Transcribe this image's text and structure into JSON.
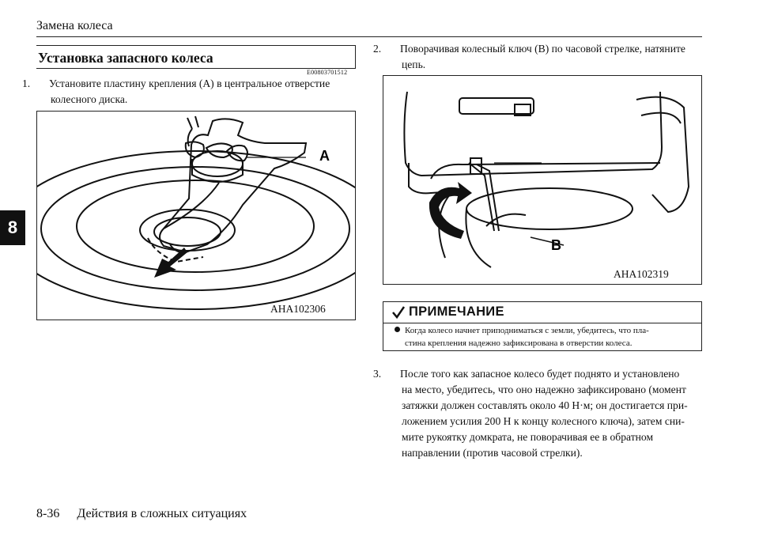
{
  "header": {
    "title": "Замена колеса"
  },
  "chapter_tab": "8",
  "section": {
    "title": "Установка запасного колеса",
    "code": "E00803701512"
  },
  "steps": {
    "s1_num": "1.",
    "s1_line1": "Установите пластину крепления (A) в центральное отверстие",
    "s1_line2": "колесного диска.",
    "s2_num": "2.",
    "s2_line1": "Поворачивая колесный ключ (B) по часовой стрелке, натяните",
    "s2_line2": "цепь.",
    "s3_num": "3.",
    "s3_lines": [
      "После того как запасное колесо будет поднято и установлено",
      "на место, убедитесь, что оно надежно зафиксировано (момент",
      "затяжки должен составлять около 40 Н·м; он достигается при-",
      "ложением усилия 200 Н к концу колесного ключа), затем сни-",
      "мите рукоятку домкрата, не поворачивая ее в обратном",
      "направлении (против часовой стрелки)."
    ]
  },
  "figures": {
    "fig1": {
      "code": "AHA102306",
      "label": "A"
    },
    "fig2": {
      "code": "AHA102319",
      "label": "B"
    }
  },
  "note": {
    "title": "ПРИМЕЧАНИЕ",
    "line1": "Когда колесо начнет приподниматься с земли, убедитесь, что пла-",
    "line2": "стина крепления надежно зафиксирована в отверстии колеса."
  },
  "footer": {
    "page": "8-36",
    "chapter": "Действия в сложных ситуациях"
  }
}
